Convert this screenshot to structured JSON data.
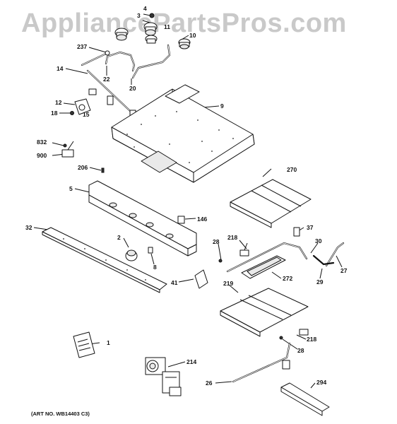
{
  "watermark": "AppliancePartsPros.com",
  "art_number": "(ART NO. WB14403 C3)",
  "callouts": {
    "c4": "4",
    "c3": "3",
    "c11": "11",
    "c10": "10",
    "c237": "237",
    "c14": "14",
    "c22": "22",
    "c20": "20",
    "c9": "9",
    "c12": "12",
    "c15": "15",
    "c18": "18",
    "c832": "832",
    "c900": "900",
    "c206": "206",
    "c270": "270",
    "c5": "5",
    "c146": "146",
    "c32": "32",
    "c2": "2",
    "c37": "37",
    "c218a": "218",
    "c28a": "28",
    "c30": "30",
    "c8": "8",
    "c27": "27",
    "c41": "41",
    "c272": "272",
    "c29": "29",
    "c219": "219",
    "c218b": "218",
    "c28b": "28",
    "c1": "1",
    "c214": "214",
    "c26": "26",
    "c294": "294"
  },
  "icons": {
    "burner_valve": "valve-knob-icon",
    "manifold": "manifold-tube-icon",
    "igniter": "igniter-icon"
  }
}
